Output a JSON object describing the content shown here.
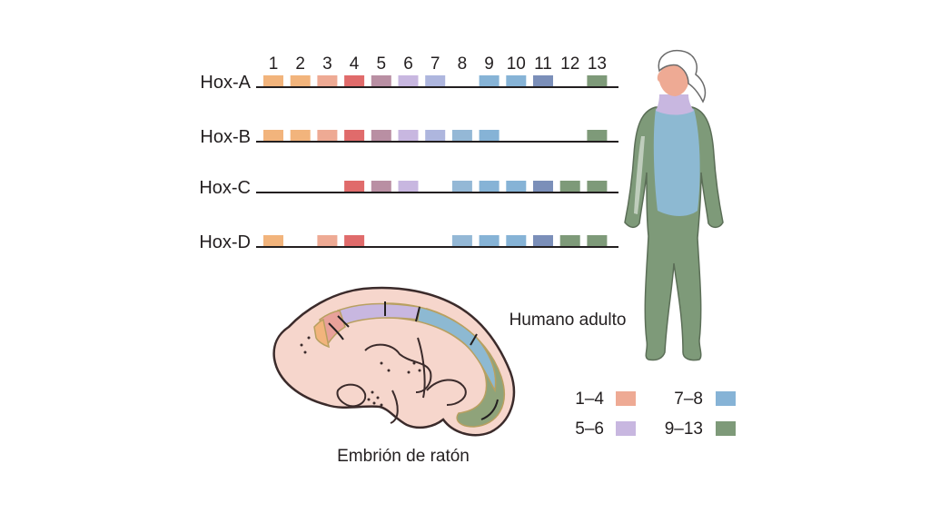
{
  "gene_numbers": [
    "1",
    "2",
    "3",
    "4",
    "5",
    "6",
    "7",
    "8",
    "9",
    "10",
    "11",
    "12",
    "13"
  ],
  "clusters": [
    {
      "label": "Hox-A",
      "genes": [
        1,
        2,
        3,
        4,
        5,
        6,
        7,
        9,
        10,
        11,
        13
      ]
    },
    {
      "label": "Hox-B",
      "genes": [
        1,
        2,
        3,
        4,
        5,
        6,
        7,
        8,
        9,
        13
      ]
    },
    {
      "label": "Hox-C",
      "genes": [
        4,
        5,
        6,
        8,
        9,
        10,
        11,
        12,
        13
      ]
    },
    {
      "label": "Hox-D",
      "genes": [
        1,
        3,
        4,
        8,
        9,
        10,
        11,
        12,
        13
      ]
    }
  ],
  "gene_colors": {
    "1": "#f2b47c",
    "2": "#f2b47c",
    "3": "#eeaa94",
    "4": "#e06b6b",
    "5": "#b98fa3",
    "6": "#c8b7e0",
    "7": "#aeb6de",
    "8": "#94b8d6",
    "9": "#86b3d6",
    "10": "#86b3d6",
    "11": "#7b8fb9",
    "12": "#7e9a79",
    "13": "#7e9a79"
  },
  "human_label": "Humano adulto",
  "embryo_label": "Embrión de ratón",
  "legend": [
    {
      "label": "1–4",
      "color": "#eeaa94"
    },
    {
      "label": "7–8",
      "color": "#86b3d6"
    },
    {
      "label": "5–6",
      "color": "#c8b7e0"
    },
    {
      "label": "9–13",
      "color": "#7e9a79"
    }
  ]
}
